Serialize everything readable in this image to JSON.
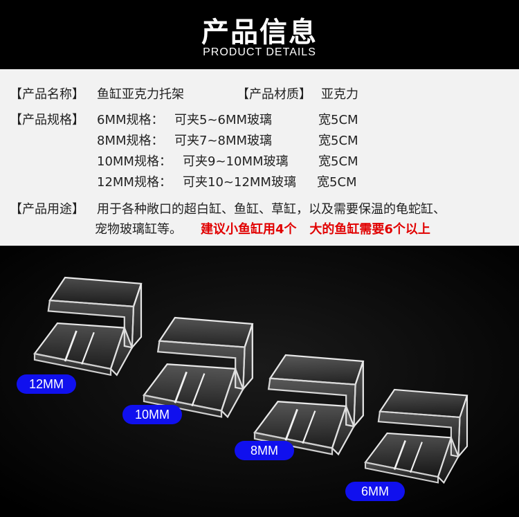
{
  "header": {
    "title": "产品信息",
    "subtitle": "PRODUCT DETAILS"
  },
  "info": {
    "name_label": "【产品名称】",
    "name_value": "鱼缸亚克力托架",
    "material_label": "【产品材质】",
    "material_value": "亚克力",
    "spec_label": "【产品规格】",
    "specs": [
      {
        "size": "6MM规格：",
        "desc": "可夹5~6MM玻璃",
        "width": "宽5CM"
      },
      {
        "size": "8MM规格：",
        "desc": "可夹7~8MM玻璃",
        "width": "宽5CM"
      },
      {
        "size": "10MM规格：",
        "desc": "可夹9~10MM玻璃",
        "width": "宽5CM"
      },
      {
        "size": "12MM规格：",
        "desc": "可夹10~12MM玻璃",
        "width": "宽5CM"
      }
    ],
    "use_label": "【产品用途】",
    "use_line1": "用于各种敞口的超白缸、鱼缸、草缸，以及需要保温的龟蛇缸、",
    "use_line2": "宠物玻璃缸等。",
    "use_highlight": "建议小鱼缸用4个   大的鱼缸需要6个以上"
  },
  "photo": {
    "labels": [
      "12MM",
      "10MM",
      "8MM",
      "6MM"
    ],
    "pill_color": "#1010ee"
  }
}
